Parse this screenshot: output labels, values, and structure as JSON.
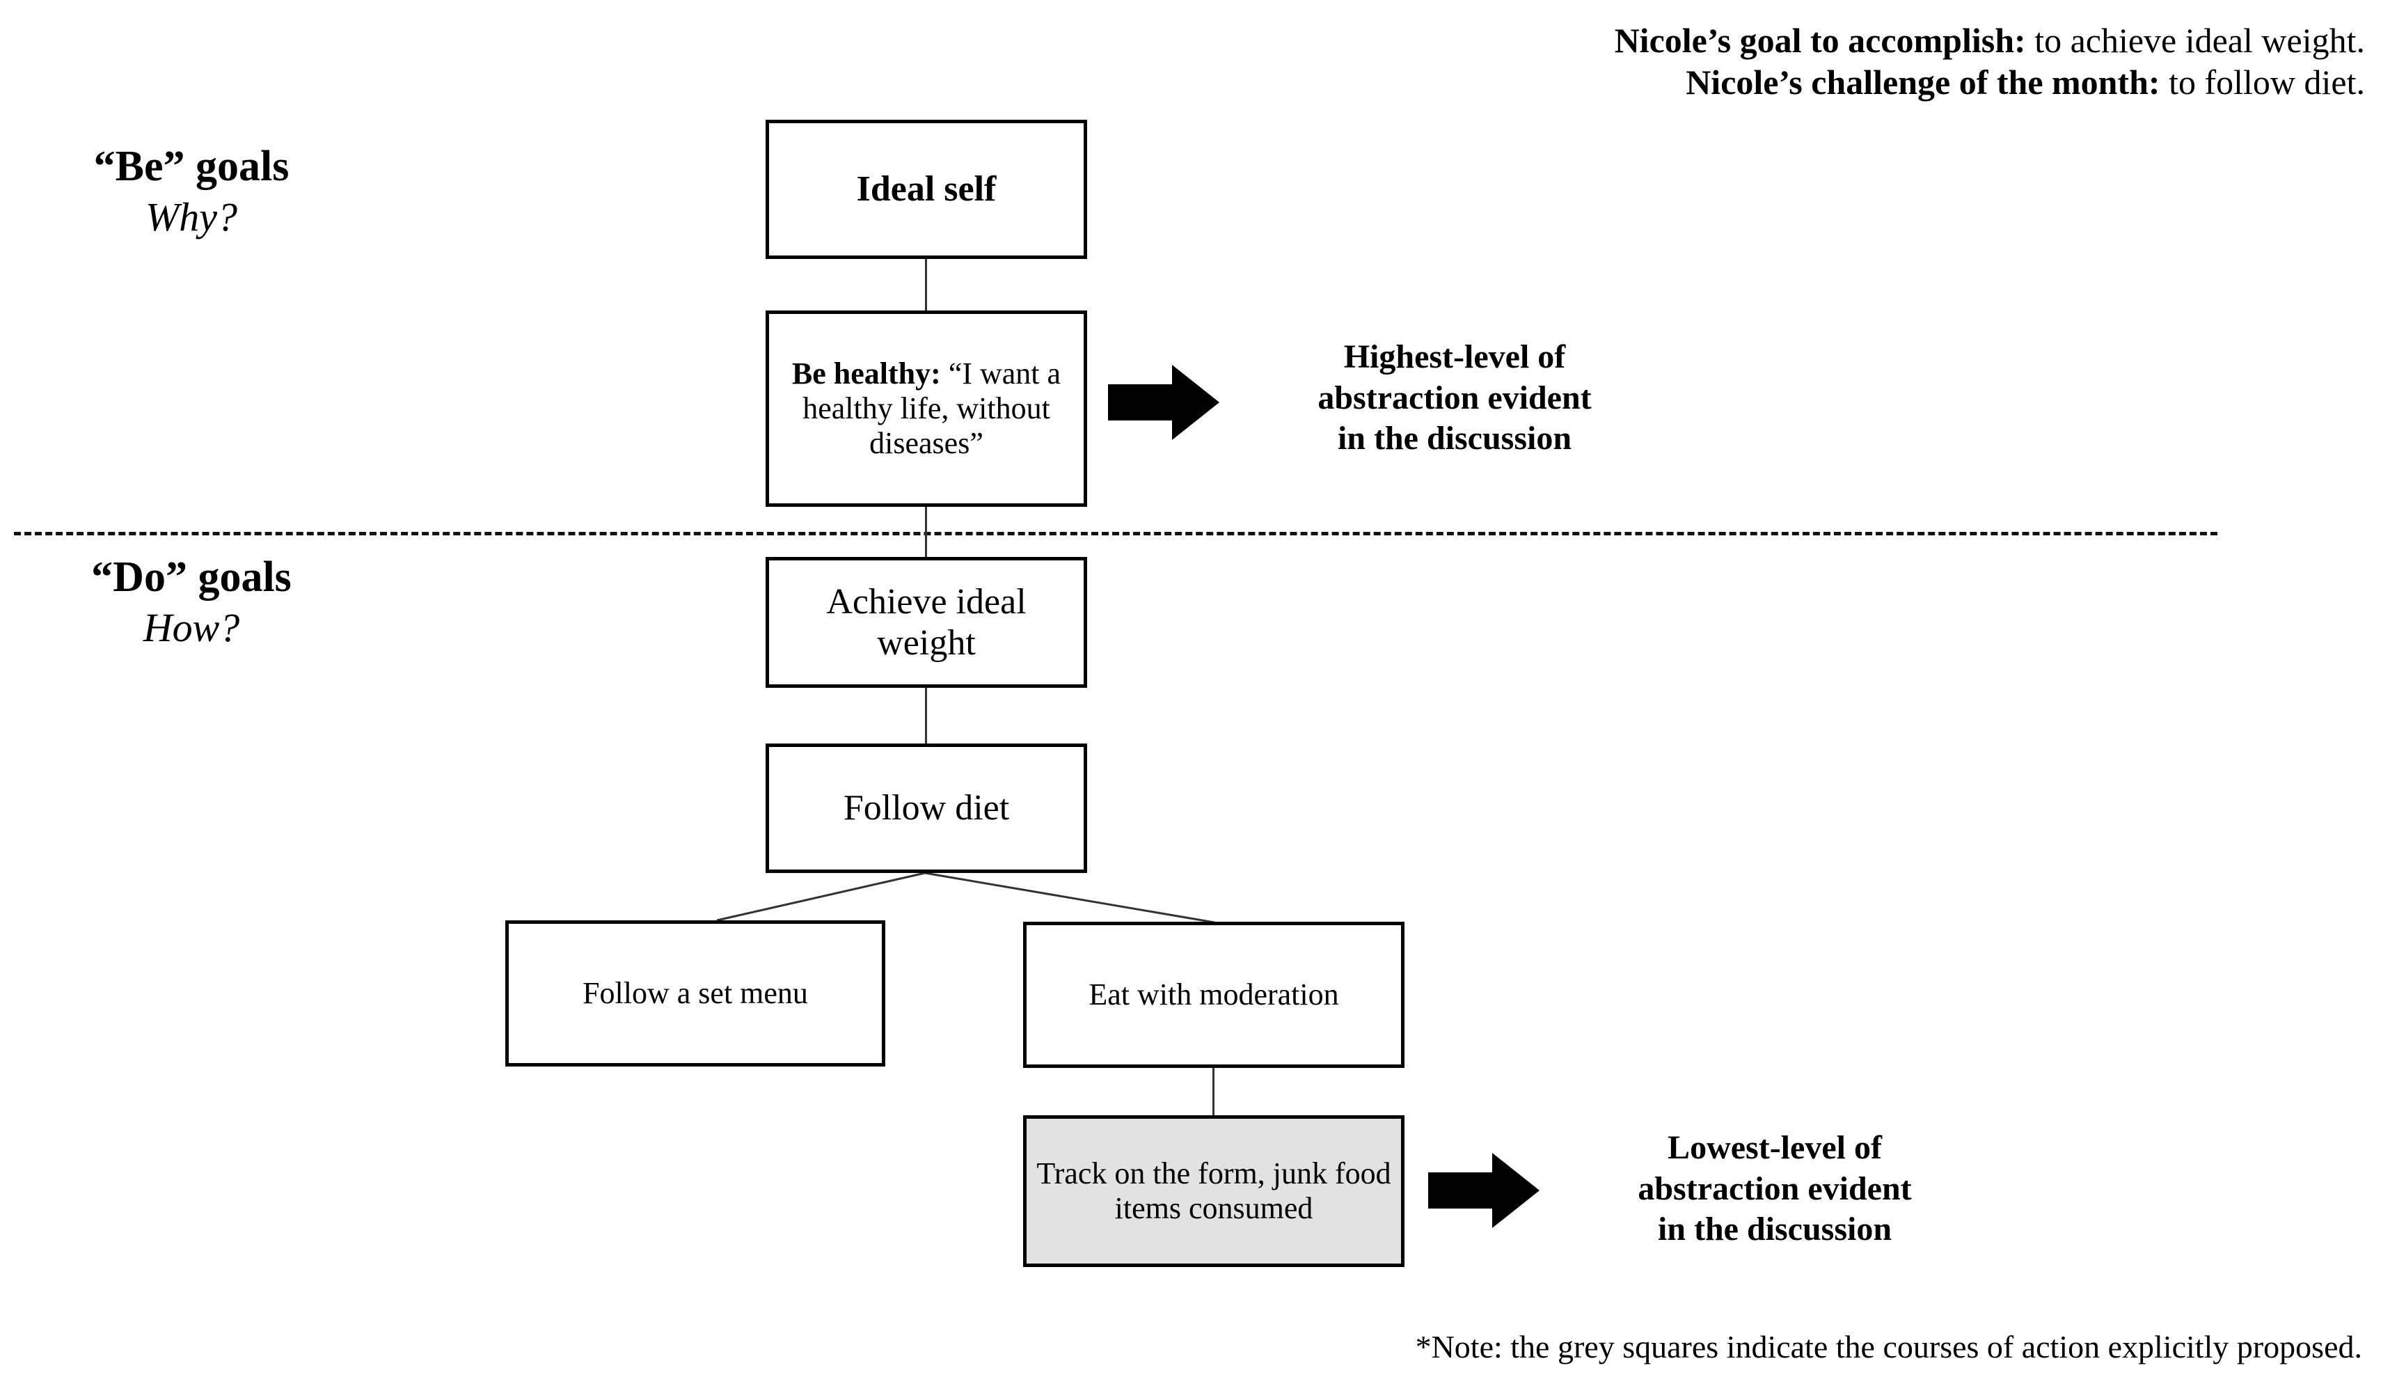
{
  "header": {
    "lines": [
      {
        "lead": "Nicole’s goal to accomplish:",
        "tail": " to achieve ideal weight."
      },
      {
        "lead": "Nicole’s challenge of the month:",
        "tail": " to follow diet."
      }
    ]
  },
  "side_labels": {
    "be": {
      "main": "“Be” goals",
      "sub": "Why?"
    },
    "do": {
      "main": "“Do” goals",
      "sub": "How?"
    }
  },
  "nodes": {
    "ideal_self": {
      "text": "Ideal self"
    },
    "be_healthy": {
      "lead": "Be healthy:",
      "quote": " “I want a healthy life, without diseases”"
    },
    "achieve_weight": {
      "text": "Achieve ideal weight"
    },
    "follow_diet": {
      "text": "Follow diet"
    },
    "set_menu": {
      "text": "Follow a set menu"
    },
    "moderation": {
      "text": "Eat with moderation"
    },
    "track_form": {
      "text": "Track on the form, junk food items consumed"
    }
  },
  "annotations": {
    "top": {
      "lines": [
        "Highest-level of",
        "abstraction evident",
        "in the discussion"
      ]
    },
    "bottom": {
      "lines": [
        "Lowest-level of",
        "abstraction evident",
        "in the discussion"
      ]
    }
  },
  "footnote": {
    "text": "*Note: the grey squares indicate the courses of action explicitly proposed."
  },
  "colors": {
    "grey_box_fill": "#e2e2e2",
    "box_border": "#000000",
    "arrow_fill": "#000000",
    "connector": "#333333",
    "background": "#ffffff"
  }
}
